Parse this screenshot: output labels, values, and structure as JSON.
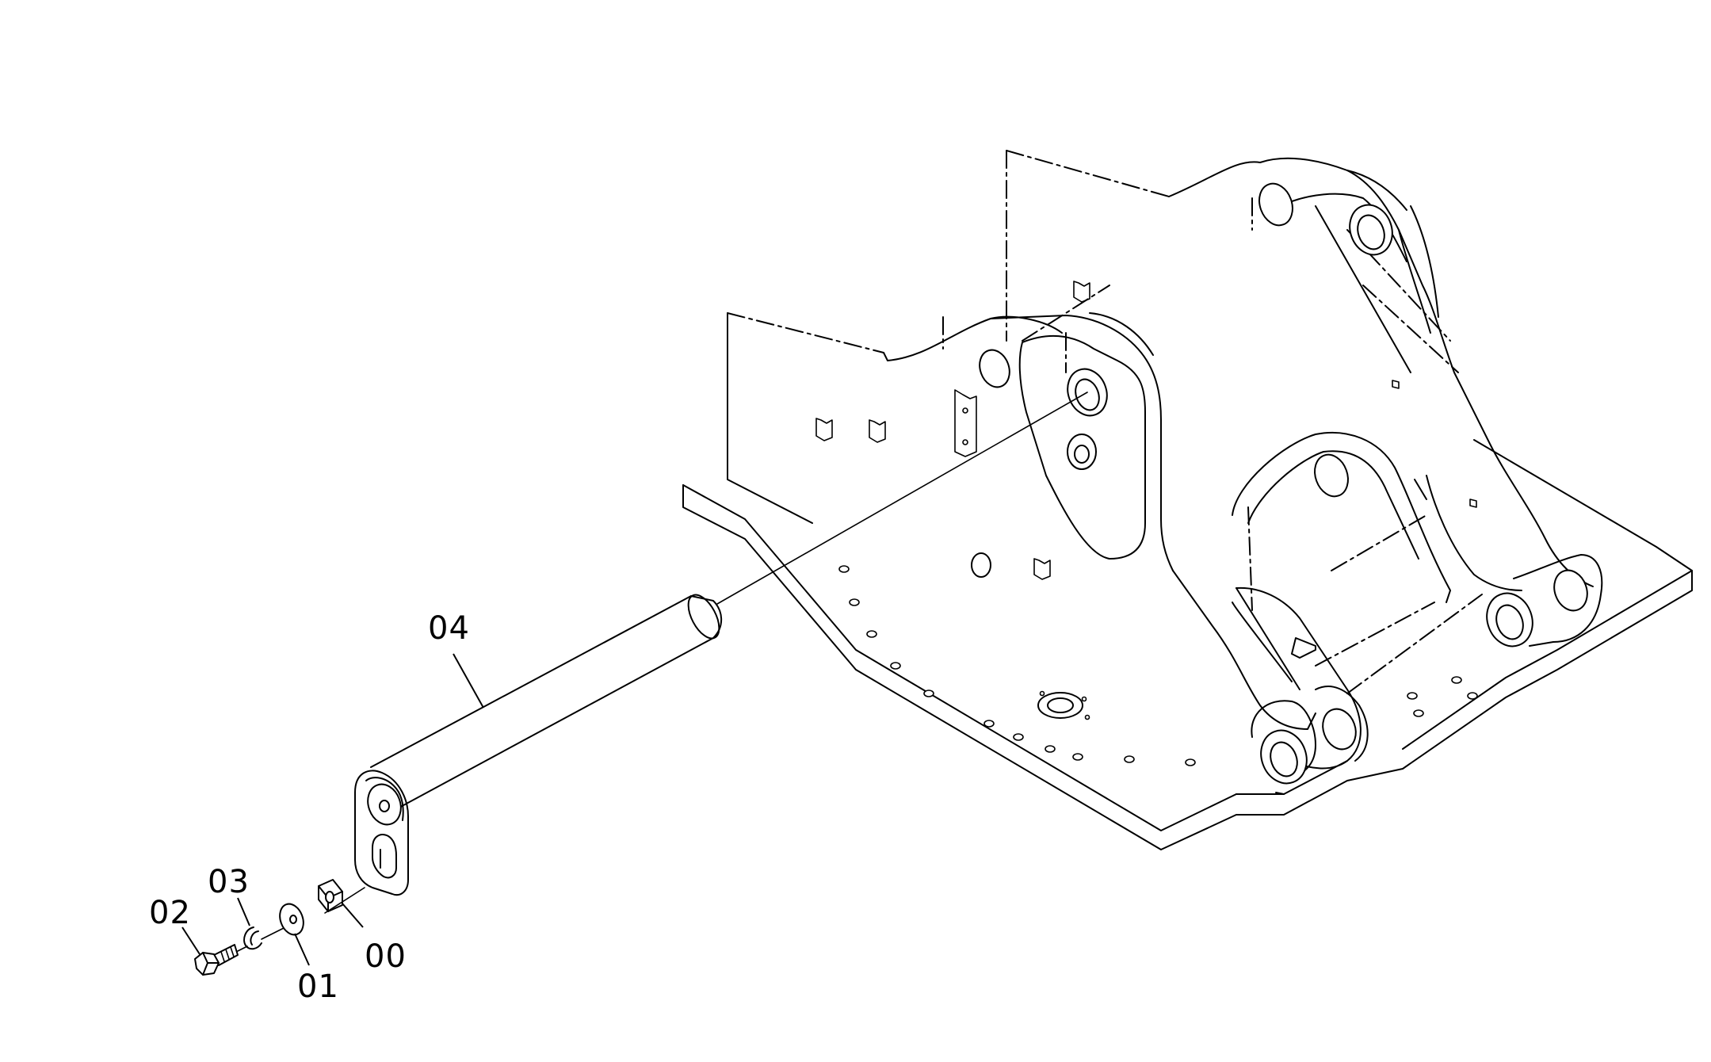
{
  "diagram": {
    "callouts": [
      {
        "id": "00",
        "label": "00"
      },
      {
        "id": "01",
        "label": "01"
      },
      {
        "id": "02",
        "label": "02"
      },
      {
        "id": "03",
        "label": "03"
      },
      {
        "id": "04",
        "label": "04"
      }
    ],
    "line_color": "#000000",
    "background_color": "#ffffff"
  }
}
